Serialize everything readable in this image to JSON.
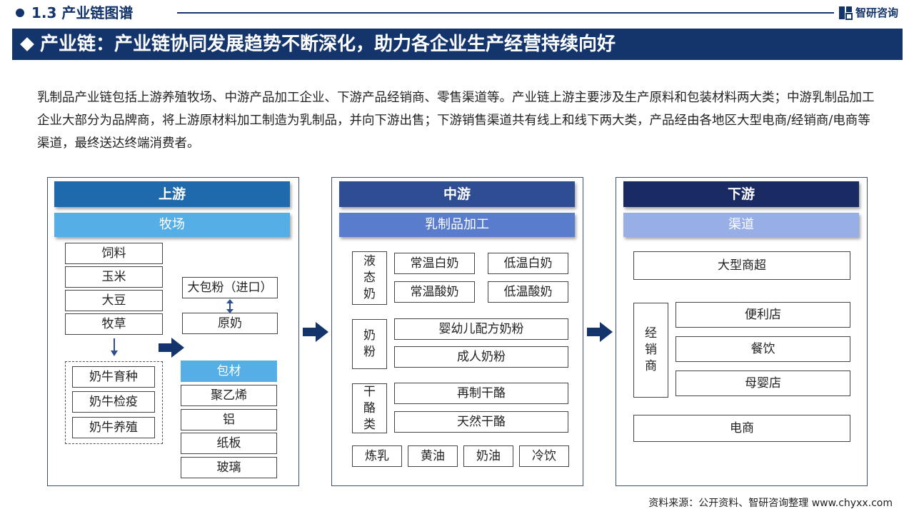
{
  "header": {
    "section_title": "1.3 产业链图谱",
    "brand_name": "智研咨询"
  },
  "banner": {
    "title": "产业链：产业链协同发展趋势不断深化，助力各企业生产经营持续向好"
  },
  "intro": "乳制品产业链包括上游养殖牧场、中游产品加工企业、下游产品经销商、零售渠道等。产业链上游主要涉及生产原料和包装材料两大类；中游乳制品加工企业大部分为品牌商，将上游原材料加工制造为乳制品，并向下游出售；下游销售渠道共有线上和线下两大类，产品经由各地区大型电商/经销商/电商等渠道，最终送达终端消费者。",
  "upstream": {
    "title": "上游",
    "subtitle": "牧场",
    "feed_items": [
      "饲料",
      "玉米",
      "大豆",
      "牧草"
    ],
    "cattle_items": [
      "奶牛育种",
      "奶牛检疫",
      "奶牛养殖"
    ],
    "import_powder": "大包粉（进口）",
    "raw_milk": "原奶",
    "packaging_title": "包材",
    "packaging_items": [
      "聚乙烯",
      "铝",
      "纸板",
      "玻璃"
    ]
  },
  "midstream": {
    "title": "中游",
    "subtitle": "乳制品加工",
    "liquid": {
      "label": "液态奶",
      "items": [
        "常温白奶",
        "低温白奶",
        "常温酸奶",
        "低温酸奶"
      ]
    },
    "powder": {
      "label": "奶粉",
      "items": [
        "婴幼儿配方奶粉",
        "成人奶粉"
      ]
    },
    "cheese": {
      "label": "干酪类",
      "items": [
        "再制干酪",
        "天然干酪"
      ]
    },
    "others": [
      "炼乳",
      "黄油",
      "奶油",
      "冷饮"
    ]
  },
  "downstream": {
    "title": "下游",
    "subtitle": "渠道",
    "supermarket": "大型商超",
    "distributor": {
      "label": "经销商",
      "items": [
        "便利店",
        "餐饮",
        "母婴店"
      ]
    },
    "ecommerce": "电商"
  },
  "footer": {
    "source": "资料来源：公开资料、智研咨询整理 www.chyxx.com"
  },
  "colors": {
    "navy": "#14356b",
    "upstream_bar": "#1f6aad",
    "upstream_sub": "#56aee6",
    "midstream_bar": "#2f4d93",
    "midstream_sub": "#5a7ccd",
    "downstream_bar": "#1a2a62",
    "downstream_sub": "#97afe6"
  },
  "icons": [
    "bullet-dot-icon",
    "brand-logo-icon",
    "diamond-icon",
    "arrow-right-icon",
    "arrow-down-icon",
    "double-arrow-icon"
  ]
}
